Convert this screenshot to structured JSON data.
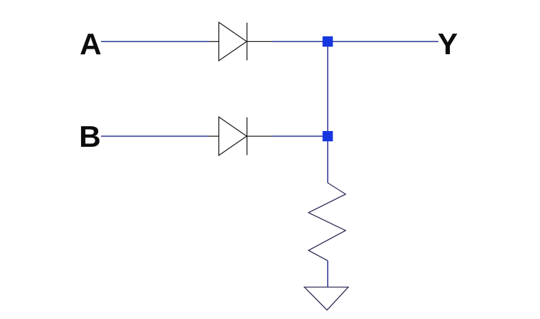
{
  "diagram": {
    "type": "circuit-schematic",
    "background": "#ffffff",
    "labels": {
      "input_a": "A",
      "input_b": "B",
      "output": "Y"
    },
    "colors": {
      "wire": "#1e2a8c",
      "junction": "#1636e0",
      "diode_outline": "#1a1a1a",
      "resistor_outline": "#2b2b55",
      "ground_outline": "#2b2b55",
      "label_text": "#0d0d0d"
    },
    "components": [
      {
        "id": "diode-a",
        "kind": "diode"
      },
      {
        "id": "diode-b",
        "kind": "diode"
      },
      {
        "id": "junction-a",
        "kind": "junction-node"
      },
      {
        "id": "junction-b",
        "kind": "junction-node"
      },
      {
        "id": "resistor",
        "kind": "resistor"
      },
      {
        "id": "ground",
        "kind": "ground"
      }
    ]
  }
}
